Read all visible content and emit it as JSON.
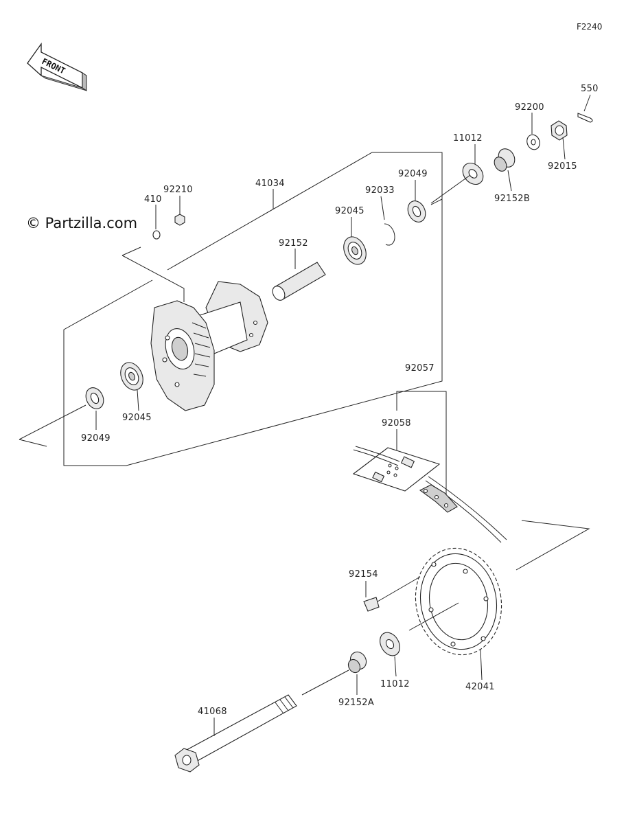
{
  "diagram_code": "F2240",
  "watermark": "© Partzilla.com",
  "front_label": "FRONT",
  "colors": {
    "line": "#222222",
    "background": "#ffffff"
  },
  "parts": [
    {
      "id": "p550",
      "number": "550"
    },
    {
      "id": "p92200",
      "number": "92200"
    },
    {
      "id": "p92015",
      "number": "92015"
    },
    {
      "id": "p11012a",
      "number": "11012"
    },
    {
      "id": "p92152B",
      "number": "92152B"
    },
    {
      "id": "p92049a",
      "number": "92049"
    },
    {
      "id": "p92033",
      "number": "92033"
    },
    {
      "id": "p92045a",
      "number": "92045"
    },
    {
      "id": "p41034",
      "number": "41034"
    },
    {
      "id": "p92210",
      "number": "92210"
    },
    {
      "id": "p410",
      "number": "410"
    },
    {
      "id": "p92152",
      "number": "92152"
    },
    {
      "id": "p92045b",
      "number": "92045"
    },
    {
      "id": "p92049b",
      "number": "92049"
    },
    {
      "id": "p92057",
      "number": "92057"
    },
    {
      "id": "p92058",
      "number": "92058"
    },
    {
      "id": "p92154",
      "number": "92154"
    },
    {
      "id": "p11012b",
      "number": "11012"
    },
    {
      "id": "p42041",
      "number": "42041"
    },
    {
      "id": "p92152A",
      "number": "92152A"
    },
    {
      "id": "p41068",
      "number": "41068"
    }
  ]
}
